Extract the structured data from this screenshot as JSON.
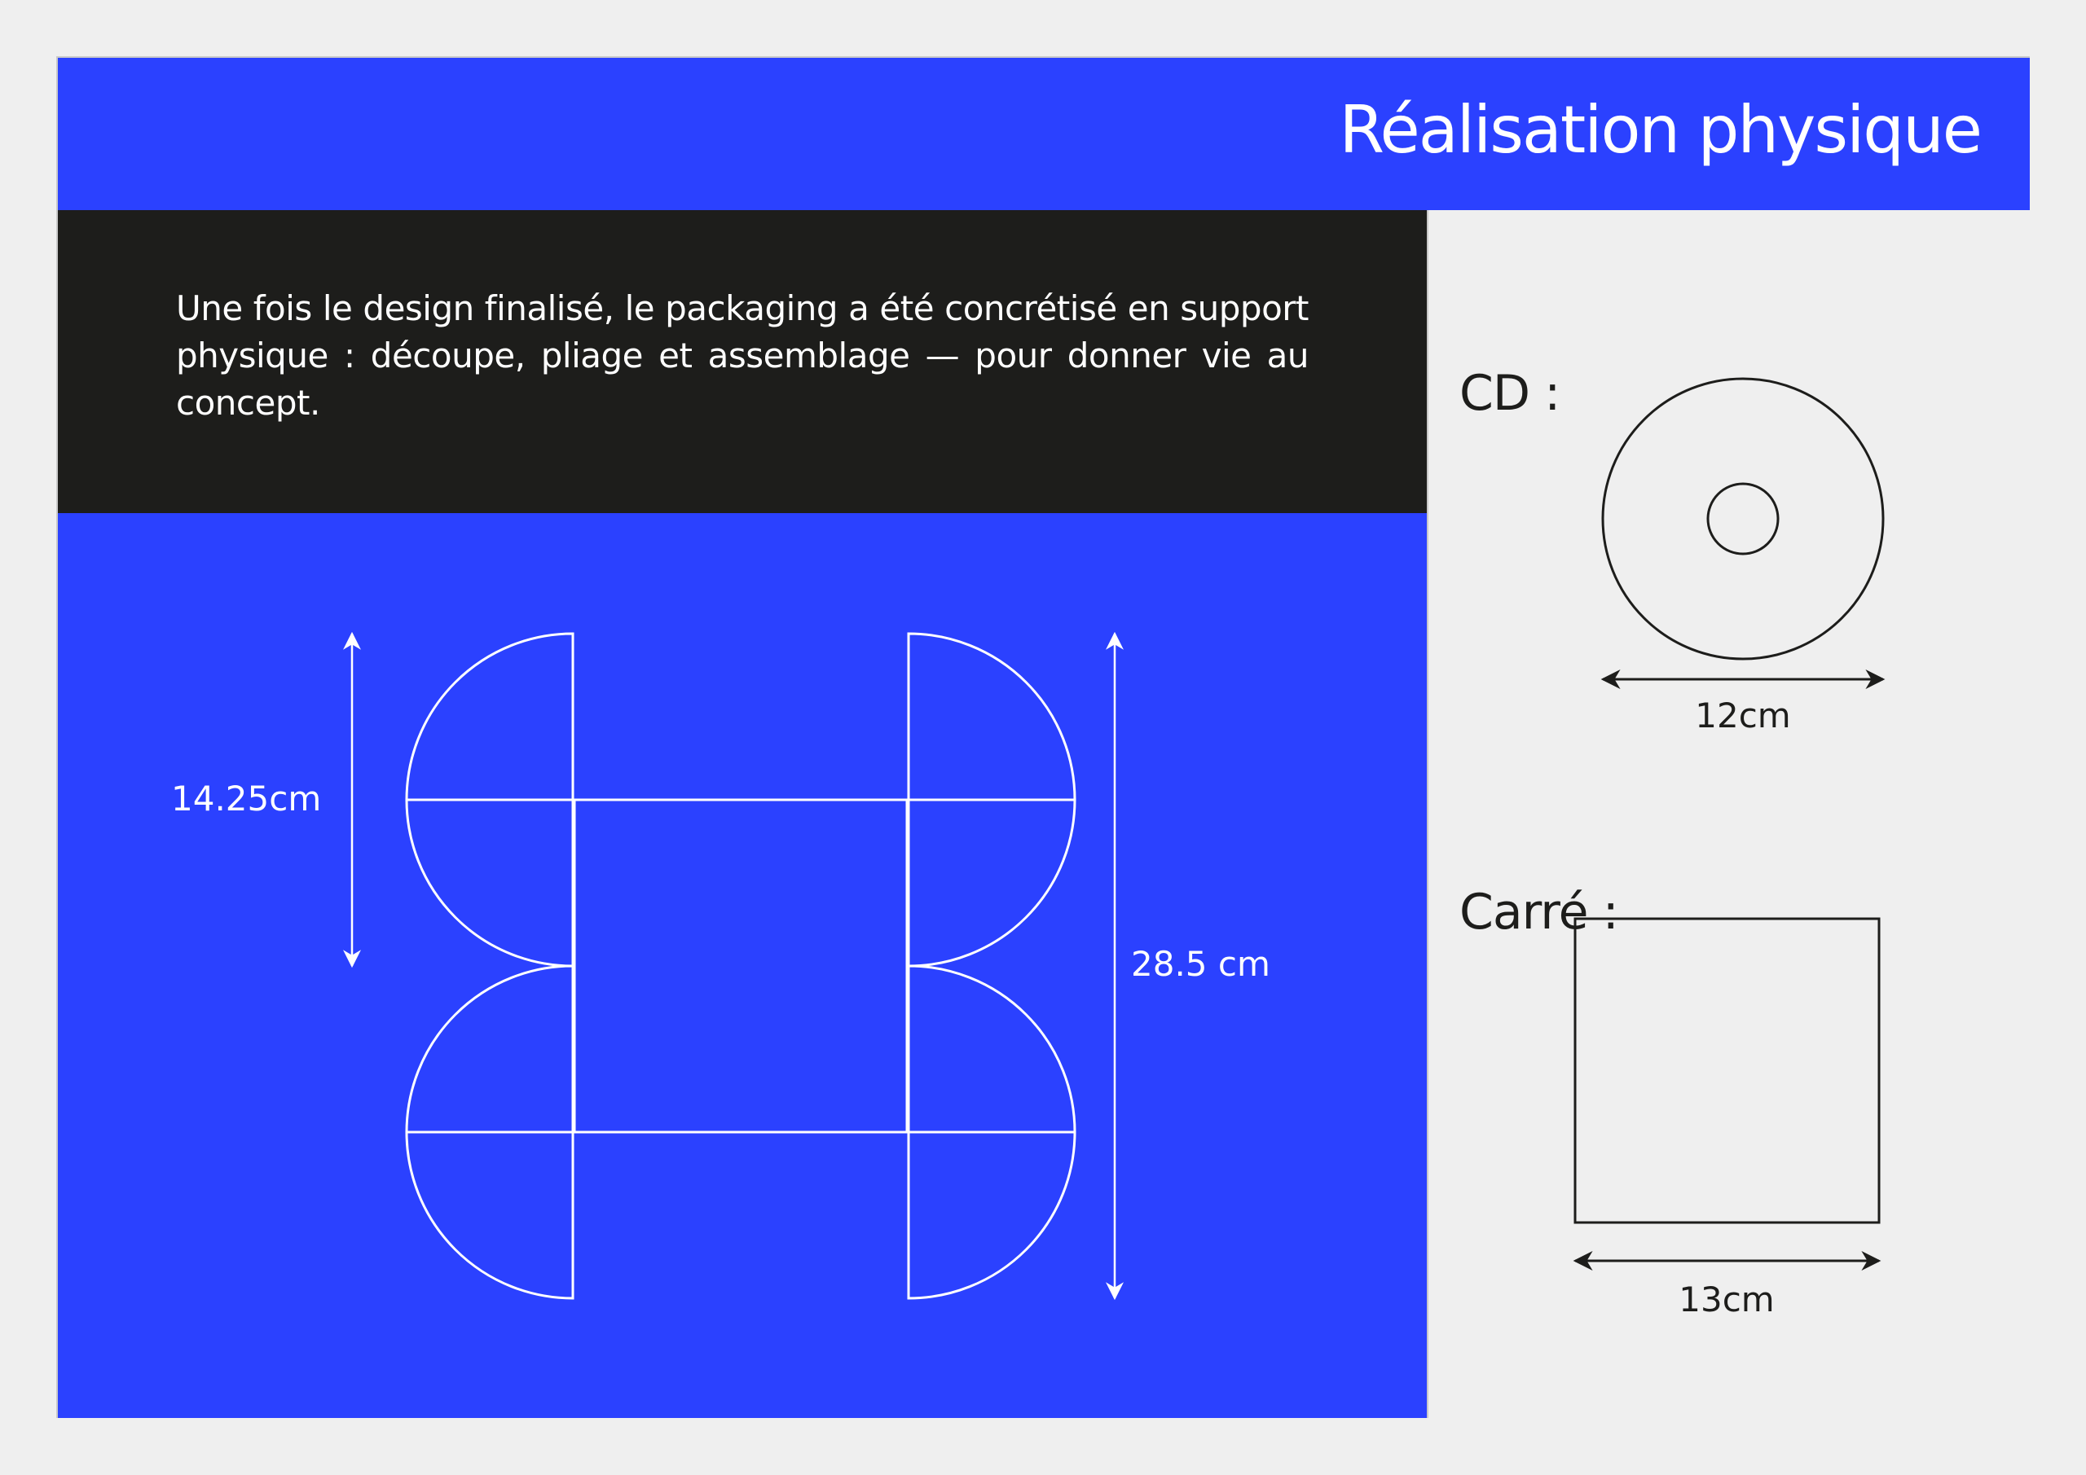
{
  "header": {
    "title": "Réalisation physique"
  },
  "intro": {
    "text": "Une fois le design finalisé, le packaging a été concrétisé en support physique : découpe, pliage et assemblage — pour donner vie au concept."
  },
  "template": {
    "height_label": "14.25cm",
    "total_height_label": "28.5 cm"
  },
  "cd": {
    "label": "CD :",
    "width_label": "12cm"
  },
  "square": {
    "label": "Carré :",
    "width_label": "13cm"
  },
  "colors": {
    "blue": "#2b41ff",
    "dark": "#1d1d1b",
    "light": "#efefef",
    "white": "#ffffff"
  }
}
